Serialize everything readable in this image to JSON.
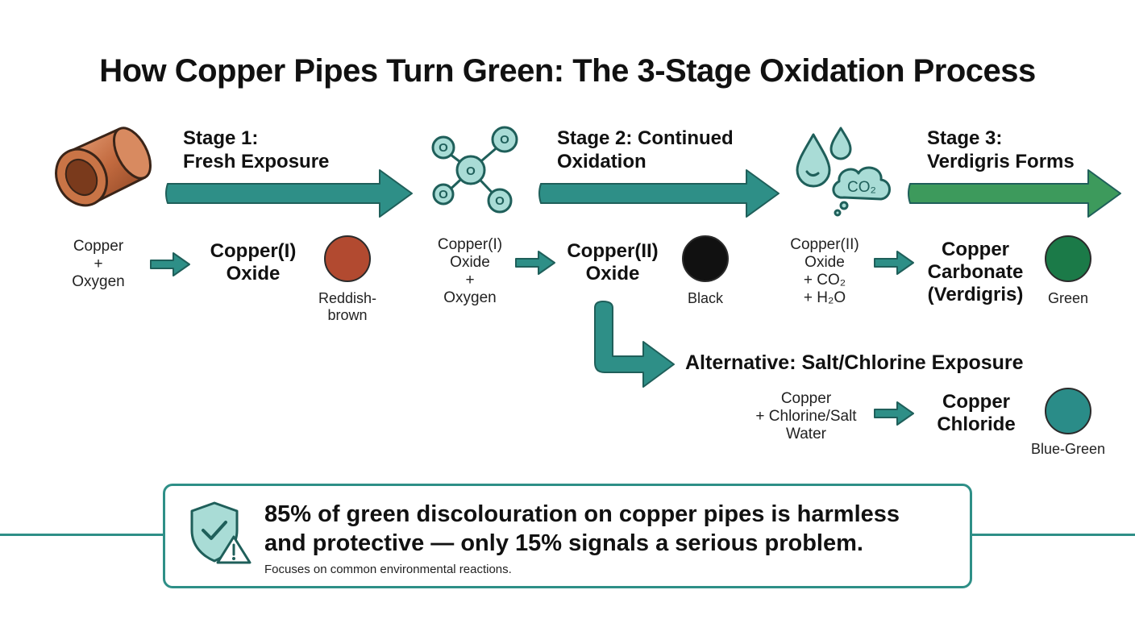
{
  "title": "How Copper Pipes Turn Green: The 3-Stage Oxidation Process",
  "stages": [
    {
      "label_line1": "Stage 1:",
      "label_line2": "Fresh Exposure",
      "reactants": [
        "Copper",
        "+",
        "Oxygen"
      ],
      "product": [
        "Copper(I)",
        "Oxide"
      ],
      "color_label": [
        "Reddish-",
        "brown"
      ],
      "swatch_color": "#b24a30"
    },
    {
      "label_line1": "Stage 2: Continued",
      "label_line2": "Oxidation",
      "reactants": [
        "Copper(I)",
        "Oxide",
        "+",
        "Oxygen"
      ],
      "product": [
        "Copper(II)",
        "Oxide"
      ],
      "color_label": [
        "Black"
      ],
      "swatch_color": "#111111"
    },
    {
      "label_line1": "Stage 3:",
      "label_line2": "Verdigris Forms",
      "reactants": [
        "Copper(II)",
        "Oxide",
        "+ CO₂",
        "+ H₂O"
      ],
      "product": [
        "Copper",
        "Carbonate",
        "(Verdigris)"
      ],
      "color_label": [
        "Green"
      ],
      "swatch_color": "#1b7a48"
    }
  ],
  "alternative": {
    "title": "Alternative: Salt/Chlorine Exposure",
    "reactants": [
      "Copper",
      "+ Chlorine/Salt",
      "Water"
    ],
    "product": [
      "Copper",
      "Chloride"
    ],
    "color_label": "Blue-Green",
    "swatch_color": "#2a8c88"
  },
  "icons": {
    "stage1": "copper-pipe-icon",
    "stage2": "oxygen-molecules-icon",
    "stage3": "water-and-co2-icon",
    "molecule_letter": "O",
    "cloud_text": "CO₂",
    "callout": "shield-check-warning-icon"
  },
  "callout": {
    "headline_line1": "85% of green discolouration on copper pipes is harmless",
    "headline_line2": "and protective — only 15% signals a serious problem.",
    "note": "Focuses on common environmental reactions."
  },
  "colors": {
    "teal": "#2e8f87",
    "teal_dark": "#1f5f5a",
    "green_arrow": "#3d9a5c",
    "icon_fill": "#a9dcd6",
    "copper": "#c26a3f"
  }
}
